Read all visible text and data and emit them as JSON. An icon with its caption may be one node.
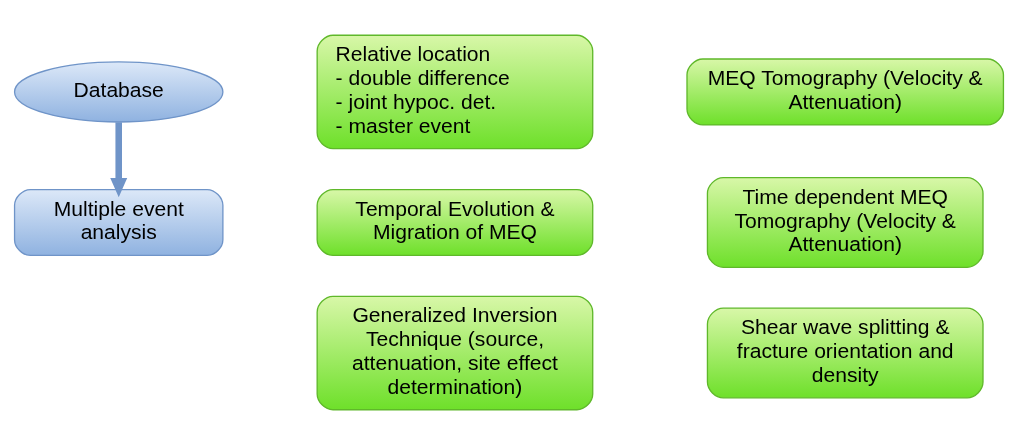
{
  "diagram": {
    "nodes": [
      {
        "text": [
          "Database"
        ]
      },
      {
        "text": [
          "Multiple event analysis"
        ]
      },
      {
        "text": [
          "Relative location",
          "- double difference",
          "- joint hypoc. det.",
          "- master event"
        ]
      },
      {
        "text": [
          "MEQ Tomography (Velocity & Attenuation)"
        ]
      },
      {
        "text": [
          "Temporal Evolution & Migration of MEQ"
        ]
      },
      {
        "text": [
          "Time dependent MEQ Tomography (Velocity & Attenuation)"
        ]
      },
      {
        "text": [
          "Generalized Inversion Technique (source, attenuation, site effect determination)"
        ]
      },
      {
        "text": [
          "Shear wave splitting & fracture orientation and density"
        ]
      }
    ],
    "edges": [
      {
        "from": 0,
        "to": 1,
        "arrow": "to"
      }
    ]
  }
}
